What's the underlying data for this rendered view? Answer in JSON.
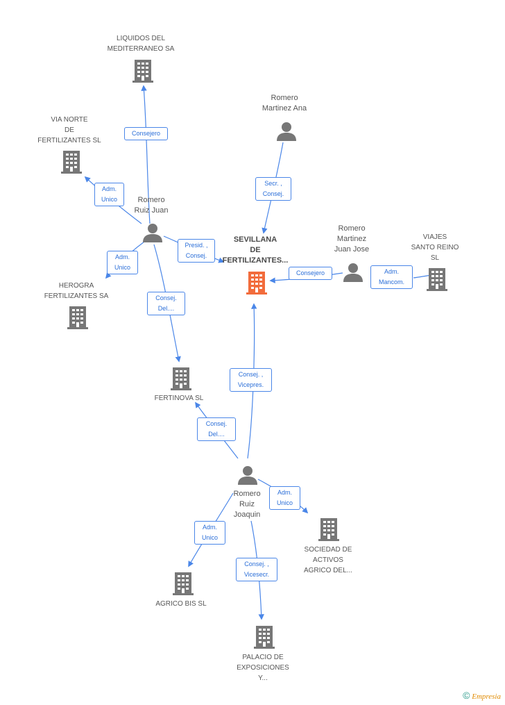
{
  "colors": {
    "edge": "#4a86e8",
    "node": "#777777",
    "main_node": "#f26c3c"
  },
  "nodes": {
    "liquidos": "LIQUIDOS DEL\nMEDITERRANEO SA",
    "via_norte": "VIA NORTE\nDE\nFERTILIZANTES SL",
    "romero_martinez_ana": "Romero\nMartinez Ana",
    "romero_ruiz_juan": "Romero\nRuiz Juan",
    "sevillana": "SEVILLANA\nDE\nFERTILIZANTES...",
    "romero_martinez_juan_jose": "Romero\nMartinez\nJuan Jose",
    "viajes": "VIAJES\nSANTO REINO\nSL",
    "herogra": "HEROGRA\nFERTILIZANTES SA",
    "fertinova": "FERTINOVA SL",
    "romero_ruiz_joaquin": "Romero\nRuiz\nJoaquin",
    "sociedad": "SOCIEDAD DE\nACTIVOS\nAGRICO DEL...",
    "agrico": "AGRICO BIS  SL",
    "palacio": "PALACIO DE\nEXPOSICIONES\nY..."
  },
  "edges": {
    "consejero_liquidos": "Consejero",
    "adm_unico_via": "Adm.\nUnico",
    "secr_consej": "Secr. ,\nConsej.",
    "presid_consej": "Presid. ,\nConsej.",
    "adm_unico_herogra": "Adm.\nUnico",
    "consej_del_fertinova1": "Consej.\nDel....",
    "consejero_sevillana": "Consejero",
    "adm_mancom": "Adm.\nMancom.",
    "consej_vicepres": "Consej. ,\nVicepres.",
    "consej_del_fertinova2": "Consej.\nDel....",
    "adm_unico_sociedad": "Adm.\nUnico",
    "adm_unico_agrico": "Adm.\nUnico",
    "consej_vicesecr": "Consej. ,\nVicesecr."
  },
  "footer": {
    "copyright": "©",
    "brand": "Empresia"
  }
}
